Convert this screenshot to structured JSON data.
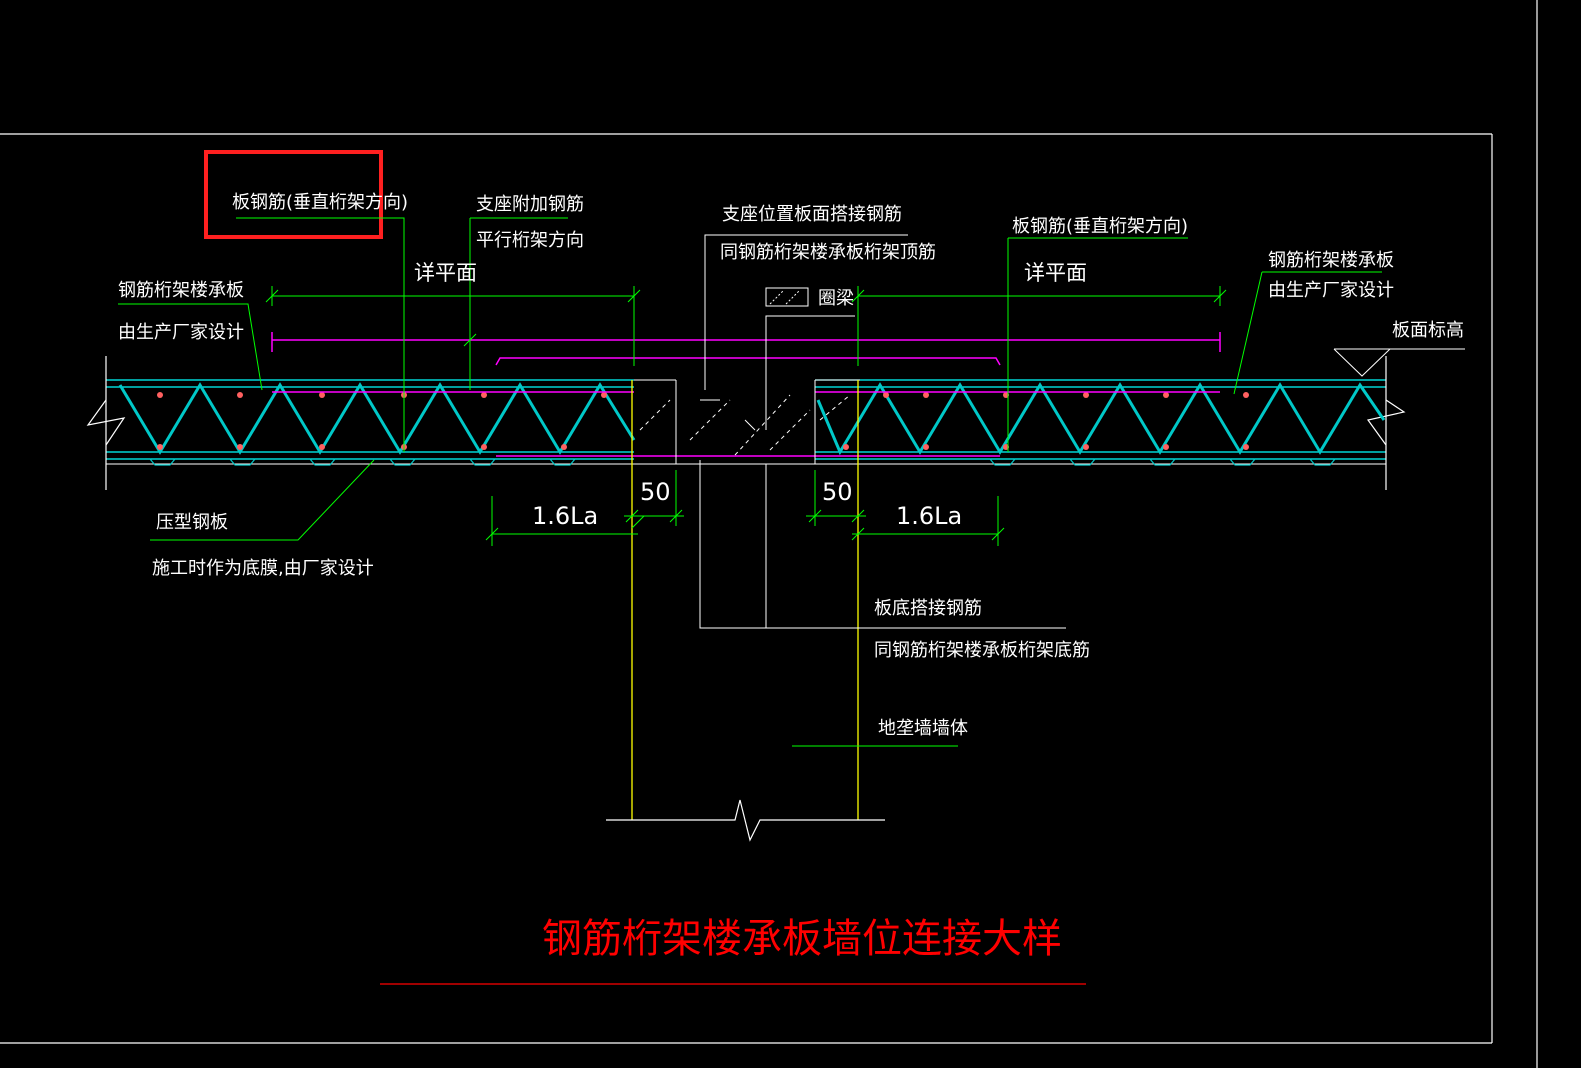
{
  "drawing": {
    "title": "钢筋桁架楼承板墙位连接大样",
    "colors": {
      "background": "#000000",
      "frame": "#ffffff",
      "text": "#ffffff",
      "leader": "#00ff00",
      "dimension": "#00ff00",
      "slab": "#00ffff",
      "truss": "#00c8c8",
      "rebar": "#ff00ff",
      "wall": "#ffff00",
      "hatch": "#ffffff",
      "dots": "#ff6060",
      "title": "#ff0000",
      "highlight": "#ff2020"
    },
    "labels": {
      "top_left_rebar": "板钢筋(垂直桁架方向)",
      "support_rebar_1": "支座附加钢筋",
      "support_rebar_2": "平行桁架方向",
      "see_plan_left": "详平面",
      "support_top_lap_1": "支座位置板面搭接钢筋",
      "support_top_lap_2": "同钢筋桁架楼承板桁架顶筋",
      "ring_beam": "圈梁",
      "top_right_rebar": "板钢筋(垂直桁架方向)",
      "see_plan_right": "详平面",
      "deck_left_1": "钢筋桁架楼承板",
      "deck_left_2": "由生产厂家设计",
      "deck_right_1": "钢筋桁架楼承板",
      "deck_right_2": "由生产厂家设计",
      "slab_elevation": "板面标高",
      "profiled_sheet_1": "压型钢板",
      "profiled_sheet_2": "施工时作为底膜,由厂家设计",
      "bottom_lap_1": "板底搭接钢筋",
      "bottom_lap_2": "同钢筋桁架楼承板桁架底筋",
      "ground_wall": "地垄墙墙体"
    },
    "dimensions": {
      "left_lap": "1.6La",
      "left_bearing": "50",
      "right_bearing": "50",
      "right_lap": "1.6La"
    }
  }
}
